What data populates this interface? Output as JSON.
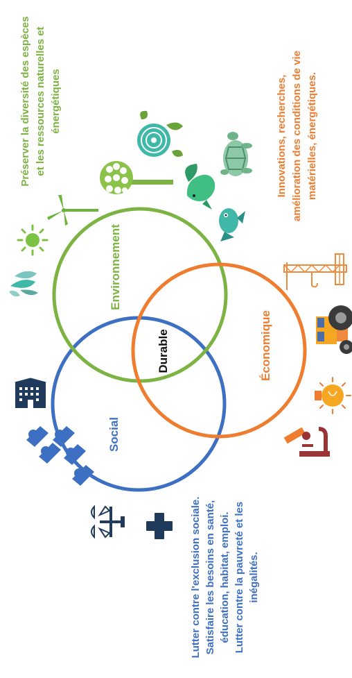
{
  "colors": {
    "social": "#3d6fc2",
    "environnement": "#7cb342",
    "economique": "#ee7d30",
    "durable": "#111111",
    "icon_navy": "#1f3a5a",
    "teal": "#3fb8a8",
    "green_dark": "#4c8c2b"
  },
  "circles": {
    "social": {
      "label": "Social"
    },
    "environnement": {
      "label": "Environnement"
    },
    "economique": {
      "label": "Économique"
    },
    "durable": {
      "label": "Durable"
    }
  },
  "texts": {
    "environnement": [
      "Préserver la diversité des espèces",
      "et les ressources naturelles et",
      "énergétiques"
    ],
    "economique": [
      "Innovations, recherches,",
      "amélioration des conditions de vie",
      "matérielles, énergétiques."
    ],
    "social": [
      "Lutter contre l'exclusion sociale.",
      "Satisfaire les besoins en santé,",
      "éducation, habitat, emploi.",
      "Lutter contre la pauvreté et les",
      "inégalités."
    ]
  },
  "icons": {
    "environnement": [
      "water-drops-icon",
      "sun-icon",
      "wind-turbine-icon",
      "tree-icon",
      "rose-icon",
      "bird-icon",
      "fish-icon",
      "turtle-icon"
    ],
    "economique": [
      "crane-icon",
      "tractor-icon",
      "lightbulb-icon",
      "microscope-icon"
    ],
    "social": [
      "building-icon",
      "people-group-icon",
      "justice-scale-icon",
      "medical-cross-icon"
    ]
  }
}
